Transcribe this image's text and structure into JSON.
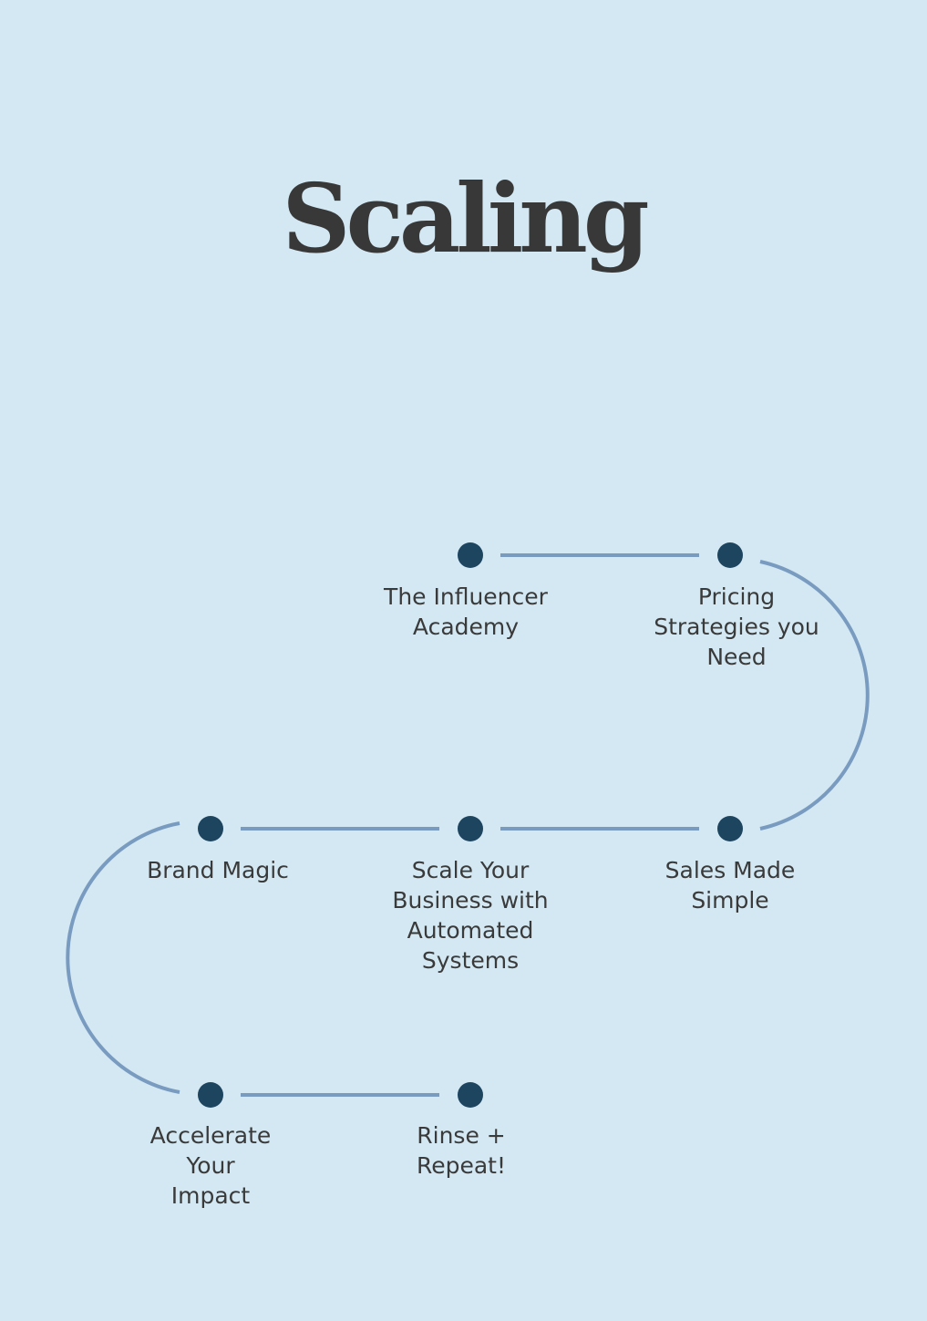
{
  "title": "Scaling",
  "colors": {
    "background": "#d3e8f3",
    "title": "#383838",
    "connector": "#7a9bc0",
    "node": "#1e4560",
    "label": "#3a3a3a"
  },
  "steps": [
    {
      "label": "The Influencer\nAcademy"
    },
    {
      "label": "Pricing\nStrategies you\nNeed"
    },
    {
      "label": "Sales Made\nSimple"
    },
    {
      "label": "Scale Your\nBusiness with\nAutomated\nSystems"
    },
    {
      "label": "Brand Magic"
    },
    {
      "label": "Accelerate\nYour\nImpact"
    },
    {
      "label": "Rinse +\nRepeat!"
    }
  ]
}
